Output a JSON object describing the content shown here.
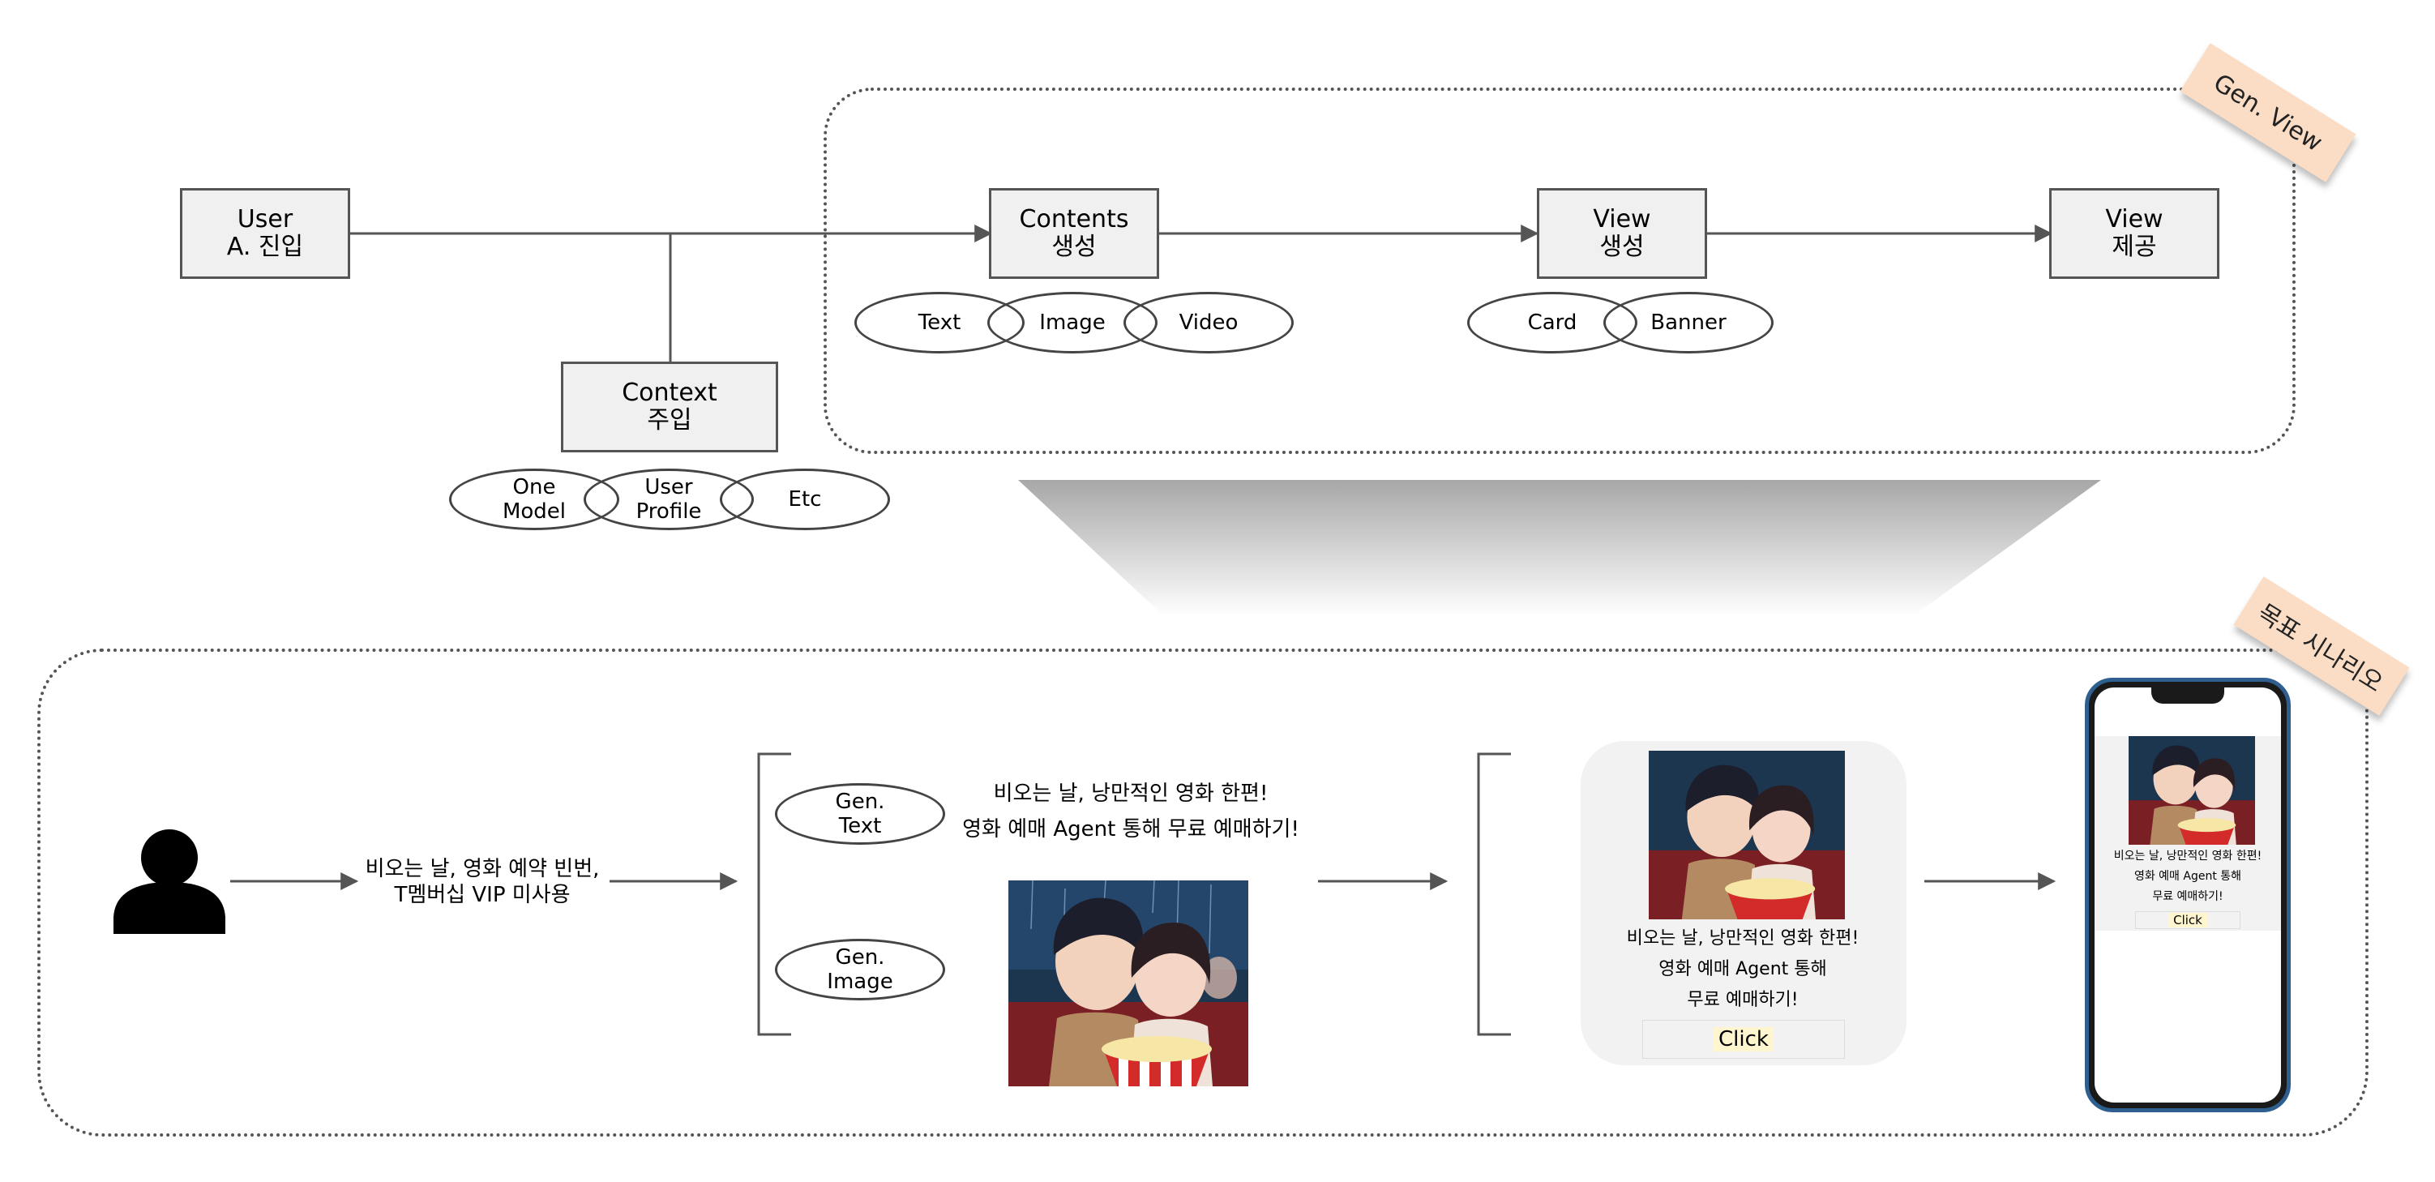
{
  "top": {
    "tag": "Gen. View",
    "nodes": {
      "user_entry": "User\nA. 진입",
      "context": "Context\n주입",
      "contents": "Contents\n생성",
      "view_create": "View\n생성",
      "view_provide": "View\n제공"
    },
    "context_ovals": [
      "One\nModel",
      "User\nProfile",
      "Etc"
    ],
    "contents_ovals": [
      "Text",
      "Image",
      "Video"
    ],
    "view_ovals": [
      "Card",
      "Banner"
    ]
  },
  "bottom": {
    "tag": "목표 시나리오",
    "user_condition": "비오는 날, 영화 예약 빈번,\nT멤버십 VIP 미사용",
    "gen_text_label": "Gen.\nText",
    "gen_image_label": "Gen.\nImage",
    "generated_text_line1": "비오는 날, 낭만적인 영화 한편!",
    "generated_text_line2": "영화 예매 Agent 통해 무료 예매하기!",
    "card": {
      "line1": "비오는 날, 낭만적인 영화 한편!",
      "line2": "영화 예매 Agent 통해",
      "line3": "무료 예매하기!",
      "button": "Click"
    },
    "phone": {
      "line1": "비오는 날, 낭만적인 영화 한편!",
      "line2": "영화 예매 Agent 통해",
      "line3": "무료 예매하기!",
      "button": "Click"
    }
  },
  "colors": {
    "box_fill": "#f0f0f0",
    "tag_fill": "#fbdcc4",
    "phone_frame": "#2f5f8e",
    "arrow": "#555555"
  }
}
